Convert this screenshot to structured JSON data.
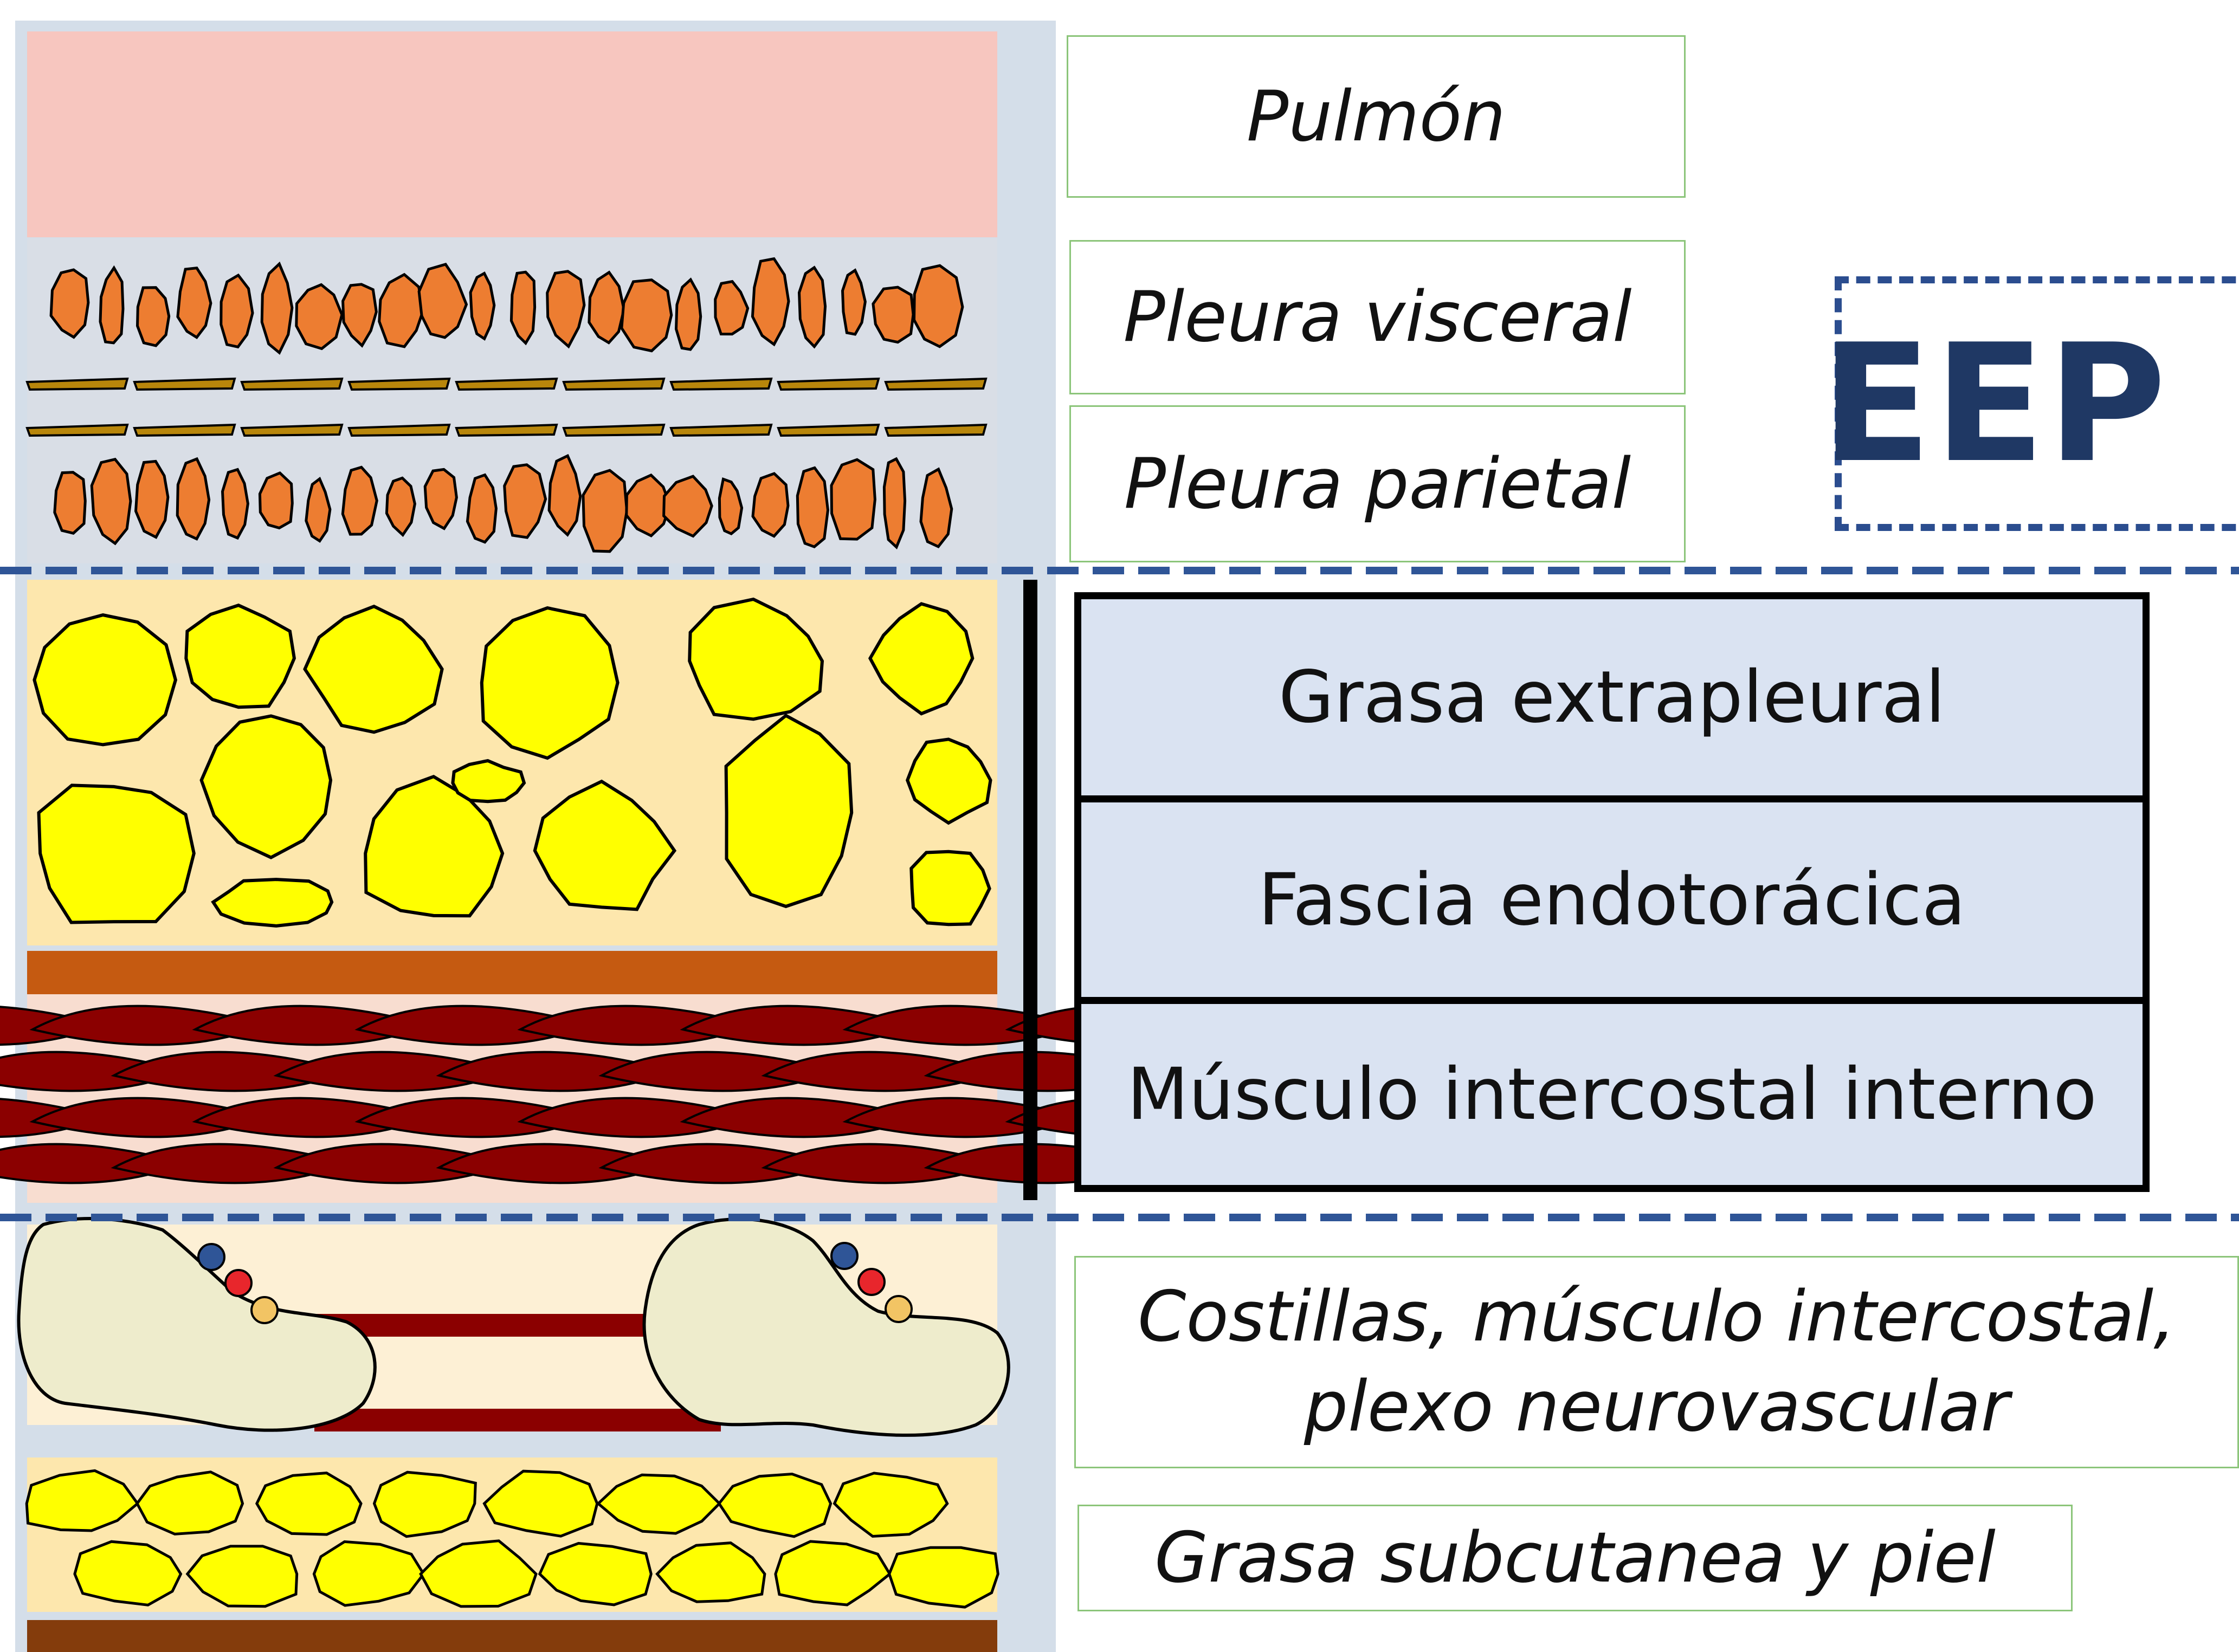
{
  "labels": {
    "pulmon": "Pulmón",
    "pleura_visceral": "Pleura visceral",
    "pleura_parietal": "Pleura parietal",
    "grasa_extrapleural": "Grasa extrapleural",
    "fascia_endotoracica": "Fascia endotorácica",
    "musculo_intercostal_interno": "Músculo intercostal interno",
    "costillas_line1": "Costillas, músculo intercostal,",
    "costillas_line2": "plexo neurovascular",
    "grasa_subcutanea": "Grasa subcutanea y piel"
  },
  "eep": {
    "label": "EEP"
  },
  "colors": {
    "lung": "#f7c6bf",
    "alveoli": "#ed7d31",
    "pleura": "#b8860b",
    "fat": "#ffff00",
    "fat_bg": "#fde7ad",
    "fascia": "#c55a11",
    "muscle": "#8b0000",
    "rib": "#eeeccc",
    "dashed_line": "#2f5597",
    "label_fill": "#dae3f2"
  }
}
